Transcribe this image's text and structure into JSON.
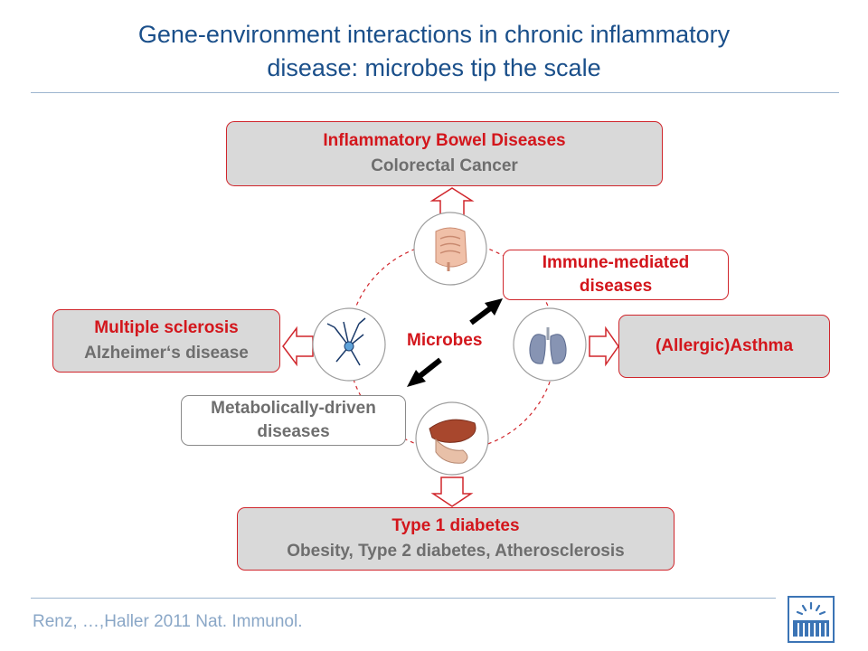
{
  "slide": {
    "title_line1": "Gene-environment interactions in chronic inflammatory",
    "title_line2": "disease: microbes tip the scale",
    "citation": "Renz, …,Haller 2011 Nat. Immunol."
  },
  "center": {
    "label": "Microbes"
  },
  "boxes": {
    "top": {
      "line1": "Inflammatory Bowel Diseases",
      "line2": "Colorectal Cancer"
    },
    "left": {
      "line1": "Multiple sclerosis",
      "line2": "Alzheimer‘s disease"
    },
    "right": {
      "line1": "(Allergic)Asthma"
    },
    "bottom": {
      "line1": "Type 1 diabetes",
      "line2": "Obesity, Type 2 diabetes, Atherosclerosis"
    },
    "immune": {
      "line1": "Immune-mediated",
      "line2": "diseases"
    },
    "metabolic": {
      "line1": "Metabolically-driven",
      "line2": "diseases"
    }
  },
  "icons": [
    "intestine-icon",
    "neuron-icon",
    "lungs-icon",
    "liver-icon",
    "institution-logo"
  ],
  "colors": {
    "title": "#1a4f8a",
    "accent_red": "#d3161c",
    "box_grey": "#d9d9d9",
    "citation": "#8aa7c7"
  }
}
